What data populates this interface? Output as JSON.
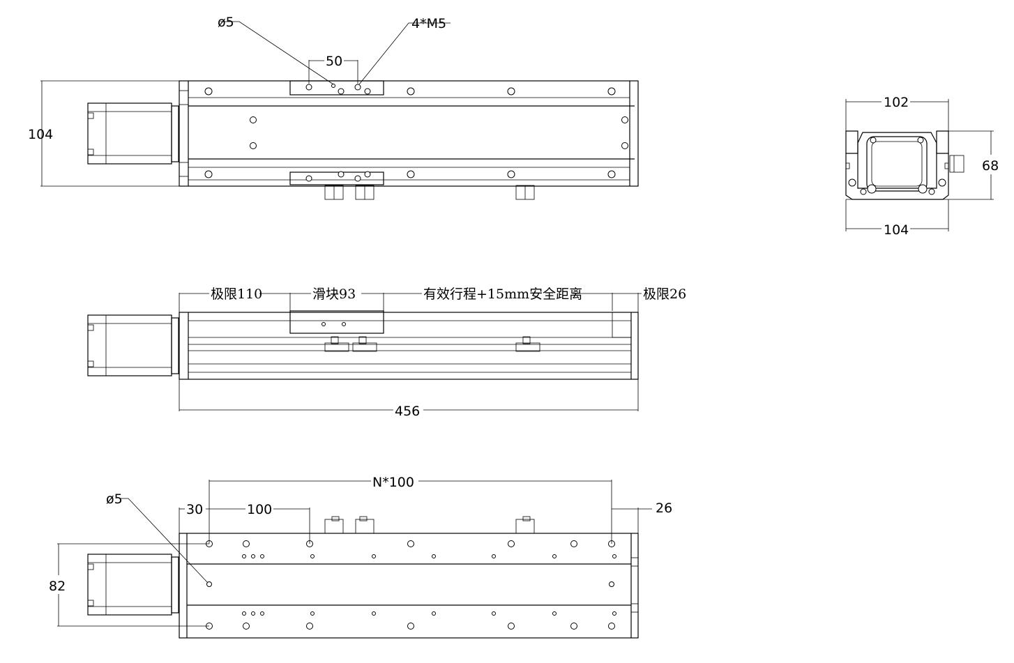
{
  "top_view": {
    "hole_dia": "ø5",
    "thread": "4*M5",
    "pitch": "50",
    "height": "104"
  },
  "end_view": {
    "top_width": "102",
    "height": "68",
    "bottom_width": "104"
  },
  "side_view": {
    "limit_left": "极限110",
    "slider": "滑块93",
    "stroke": "有效行程+15mm安全距离",
    "limit_right": "极限26",
    "total_length": "456"
  },
  "bottom_view": {
    "hole_pitch": "N*100",
    "hole_dia": "ø5",
    "offset_left": "30",
    "spacing": "100",
    "offset_right": "26",
    "height": "82"
  }
}
